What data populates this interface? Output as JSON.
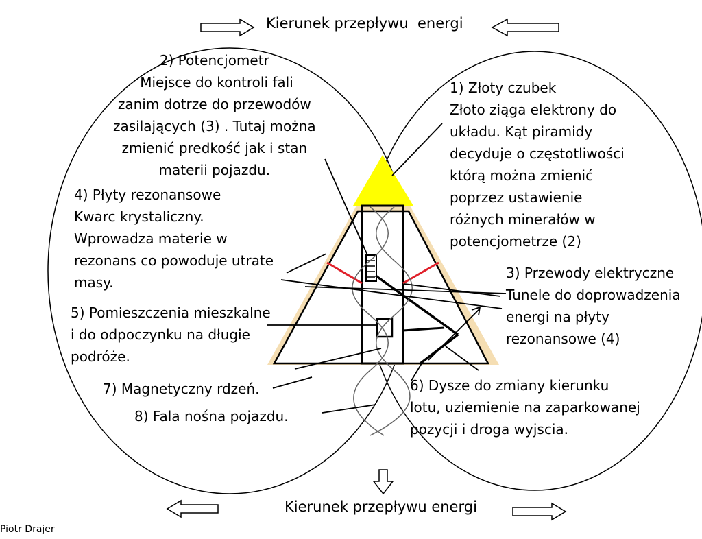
{
  "header": {
    "flow_top": "Kierunek przepływu  energi"
  },
  "footer": {
    "flow_bottom": "Kierunek przepływu energi"
  },
  "author": "Piotr Drajer",
  "labels": {
    "potencjometr": [
      "2) Potencjometr",
      " Miejsce do kontroli fali",
      "zanim dotrze do przewodów",
      "zasilających (3) . Tutaj można",
      "zmienić predkość jak i stan",
      "materii pojazdu."
    ],
    "czubek": [
      "1) Złoty czubek",
      "Złoto ziąga elektrony do",
      "układu. Kąt piramidy",
      "decyduje o częstotliwości",
      "którą można zmienić",
      "poprzez ustawienie",
      "różnych minerałów w",
      "potencjometrze (2)"
    ],
    "plyty": [
      "4) Płyty rezonansowe",
      "Kwarc krystaliczny.",
      "Wprowadza materie w",
      "rezonans co powoduje utrate",
      "masy."
    ],
    "przewody": [
      "3) Przewody elektryczne",
      "Tunele do doprowadzenia",
      "energi na płyty",
      "rezonansowe (4)"
    ],
    "pomieszczenia": [
      "5) Pomieszczenia mieszkalne",
      "i do odpoczynku na długie",
      "podróże."
    ],
    "dysze": [
      "6) Dysze do zmiany kierunku",
      "lotu, uziemienie na zaparkowanej",
      "pozycji i droga wyjscia."
    ],
    "rdzen": [
      "7) Magnetyczny rdzeń."
    ],
    "fala": [
      "8) Fala nośna pojazdu."
    ]
  },
  "colors": {
    "tip": "#ffff00",
    "side_border": "#f5deb3",
    "plates": "#e0202a",
    "line": "#000000"
  }
}
